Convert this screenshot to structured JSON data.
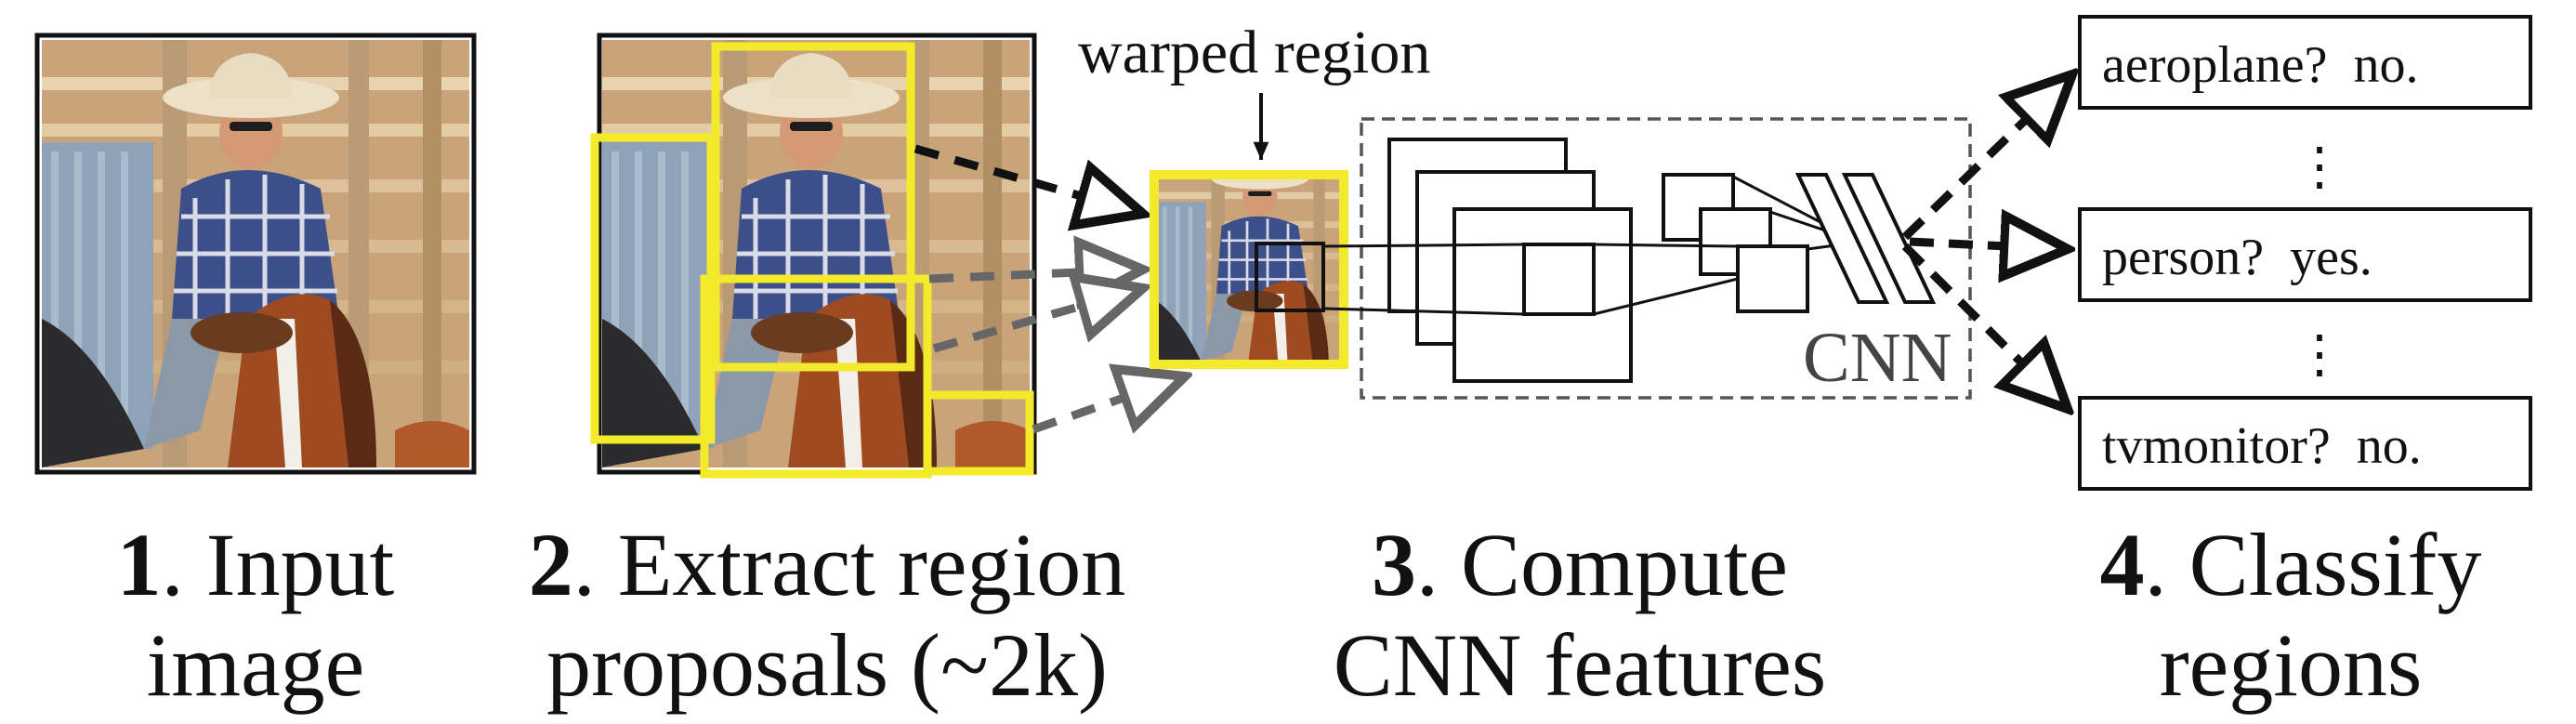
{
  "annotations": {
    "warped_region_label": "warped region",
    "cnn_label": "CNN"
  },
  "classifier": {
    "outputs": [
      {
        "label": "aeroplane?",
        "verdict": "no."
      },
      {
        "label": "person?",
        "verdict": "yes."
      },
      {
        "label": "tvmonitor?",
        "verdict": "no."
      }
    ],
    "ellipsis": "⋮"
  },
  "steps": [
    {
      "number": "1",
      "line1": ". Input",
      "line2": "image"
    },
    {
      "number": "2",
      "line1": ". Extract region",
      "line2": "proposals (~2k)"
    },
    {
      "number": "3",
      "line1": ". Compute",
      "line2": "CNN features"
    },
    {
      "number": "4",
      "line1": ". Classify",
      "line2": "regions"
    }
  ],
  "colors": {
    "proposal_box": "#f2ea2a",
    "arrow_dark": "#111111",
    "arrow_gray": "#666666",
    "cnn_box_border": "#555555"
  },
  "icons": {
    "input_photo": "cowboy-on-horse-photo",
    "warped_photo": "warped-crop-photo"
  }
}
